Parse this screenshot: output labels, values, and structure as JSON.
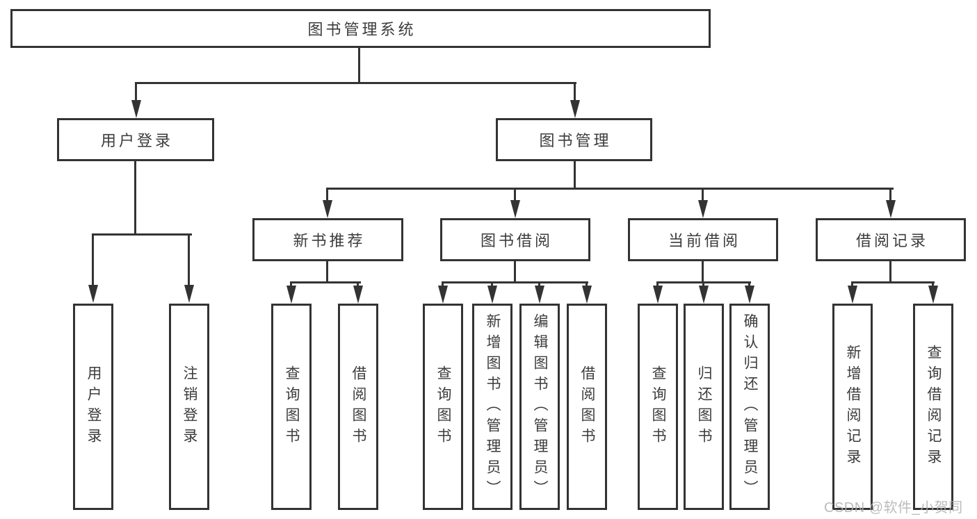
{
  "diagram_title": "图书管理系统",
  "nodes": {
    "root": {
      "label": "图书管理系统"
    },
    "user_login": {
      "label": "用户登录"
    },
    "book_mgmt": {
      "label": "图书管理"
    },
    "new_book_rec": {
      "label": "新书推荐"
    },
    "book_borrow": {
      "label": "图书借阅"
    },
    "current_borrow": {
      "label": "当前借阅"
    },
    "borrow_records": {
      "label": "借阅记录"
    },
    "leaf_user_login": {
      "label": "用户登录"
    },
    "leaf_logout": {
      "label": "注销登录"
    },
    "leaf_nbr_query_book": {
      "label": "查询图书"
    },
    "leaf_nbr_borrow_book": {
      "label": "借阅图书"
    },
    "leaf_bb_query_book": {
      "label": "查询图书"
    },
    "leaf_bb_add_book": {
      "label": "新增图书（管理员）"
    },
    "leaf_bb_edit_book": {
      "label": "编辑图书（管理员）"
    },
    "leaf_bb_borrow_book": {
      "label": "借阅图书"
    },
    "leaf_cb_query_book": {
      "label": "查询图书"
    },
    "leaf_cb_return_book": {
      "label": "归还图书"
    },
    "leaf_cb_confirm_return": {
      "label": "确认归还（管理员）"
    },
    "leaf_br_add_record": {
      "label": "新增借阅记录"
    },
    "leaf_br_query_record": {
      "label": "查询借阅记录"
    }
  },
  "watermark": {
    "text": "CSDN @软件_小贺同学"
  },
  "colors": {
    "line": "#333333",
    "text": "#3c3c3c",
    "watermark": "#b0b0b0",
    "background": "#ffffff"
  }
}
